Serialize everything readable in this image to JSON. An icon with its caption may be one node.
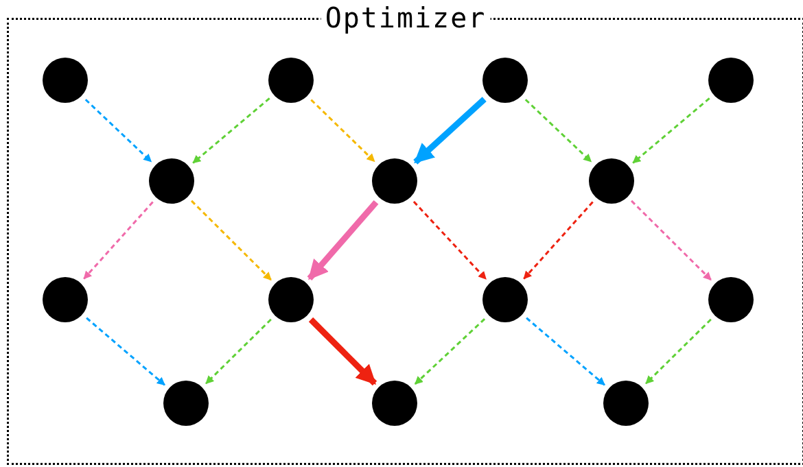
{
  "diagram": {
    "nodes": [
      {
        "text": [
          "Optimizer"
        ]
      },
      {
        "text": [],
        "shape": "circle",
        "in": 0
      },
      {
        "text": [],
        "shape": "circle",
        "in": 0
      },
      {
        "text": [],
        "shape": "circle",
        "in": 0
      },
      {
        "text": [],
        "shape": "circle",
        "in": 0
      },
      {
        "text": [],
        "shape": "circle",
        "in": 0
      },
      {
        "text": [],
        "shape": "circle",
        "in": 0
      },
      {
        "text": [],
        "shape": "circle",
        "in": 0
      },
      {
        "text": [],
        "shape": "circle",
        "in": 0
      },
      {
        "text": [],
        "shape": "circle",
        "in": 0
      },
      {
        "text": [],
        "shape": "circle",
        "in": 0
      },
      {
        "text": [],
        "shape": "circle",
        "in": 0
      },
      {
        "text": [],
        "shape": "circle",
        "in": 0
      },
      {
        "text": [],
        "shape": "circle",
        "in": 0
      },
      {
        "text": [],
        "shape": "circle",
        "in": 0
      }
    ],
    "edges": [
      {
        "from": 1,
        "to": 5,
        "arrow": "to",
        "style": "dashed",
        "color": "#00a2ff"
      },
      {
        "from": 2,
        "to": 5,
        "arrow": "to",
        "style": "dashed",
        "color": "#5fd136"
      },
      {
        "from": 2,
        "to": 6,
        "arrow": "to",
        "style": "dashed",
        "color": "#f5b800"
      },
      {
        "from": 3,
        "to": 6,
        "arrow": "to",
        "style": "thick",
        "color": "#00a2ff"
      },
      {
        "from": 3,
        "to": 7,
        "arrow": "to",
        "style": "dashed",
        "color": "#5fd136"
      },
      {
        "from": 4,
        "to": 7,
        "arrow": "to",
        "style": "dashed",
        "color": "#5fd136"
      },
      {
        "from": 5,
        "to": 8,
        "arrow": "to",
        "style": "dashed",
        "color": "#f06aaa"
      },
      {
        "from": 5,
        "to": 9,
        "arrow": "to",
        "style": "dashed",
        "color": "#f5b800"
      },
      {
        "from": 6,
        "to": 9,
        "arrow": "to",
        "style": "thick",
        "color": "#f06aaa"
      },
      {
        "from": 6,
        "to": 10,
        "arrow": "to",
        "style": "dashed",
        "color": "#ee2211"
      },
      {
        "from": 7,
        "to": 10,
        "arrow": "to",
        "style": "dashed",
        "color": "#ee2211"
      },
      {
        "from": 7,
        "to": 11,
        "arrow": "to",
        "style": "dashed",
        "color": "#f06aaa"
      },
      {
        "from": 8,
        "to": 12,
        "arrow": "to",
        "style": "dashed",
        "color": "#00a2ff"
      },
      {
        "from": 9,
        "to": 12,
        "arrow": "to",
        "style": "dashed",
        "color": "#5fd136"
      },
      {
        "from": 9,
        "to": 13,
        "arrow": "to",
        "style": "thick",
        "color": "#ee2211"
      },
      {
        "from": 10,
        "to": 13,
        "arrow": "to",
        "style": "dashed",
        "color": "#5fd136"
      },
      {
        "from": 10,
        "to": 14,
        "arrow": "to",
        "style": "dashed",
        "color": "#00a2ff"
      },
      {
        "from": 11,
        "to": 14,
        "arrow": "to",
        "style": "dashed",
        "color": "#5fd136"
      }
    ]
  }
}
